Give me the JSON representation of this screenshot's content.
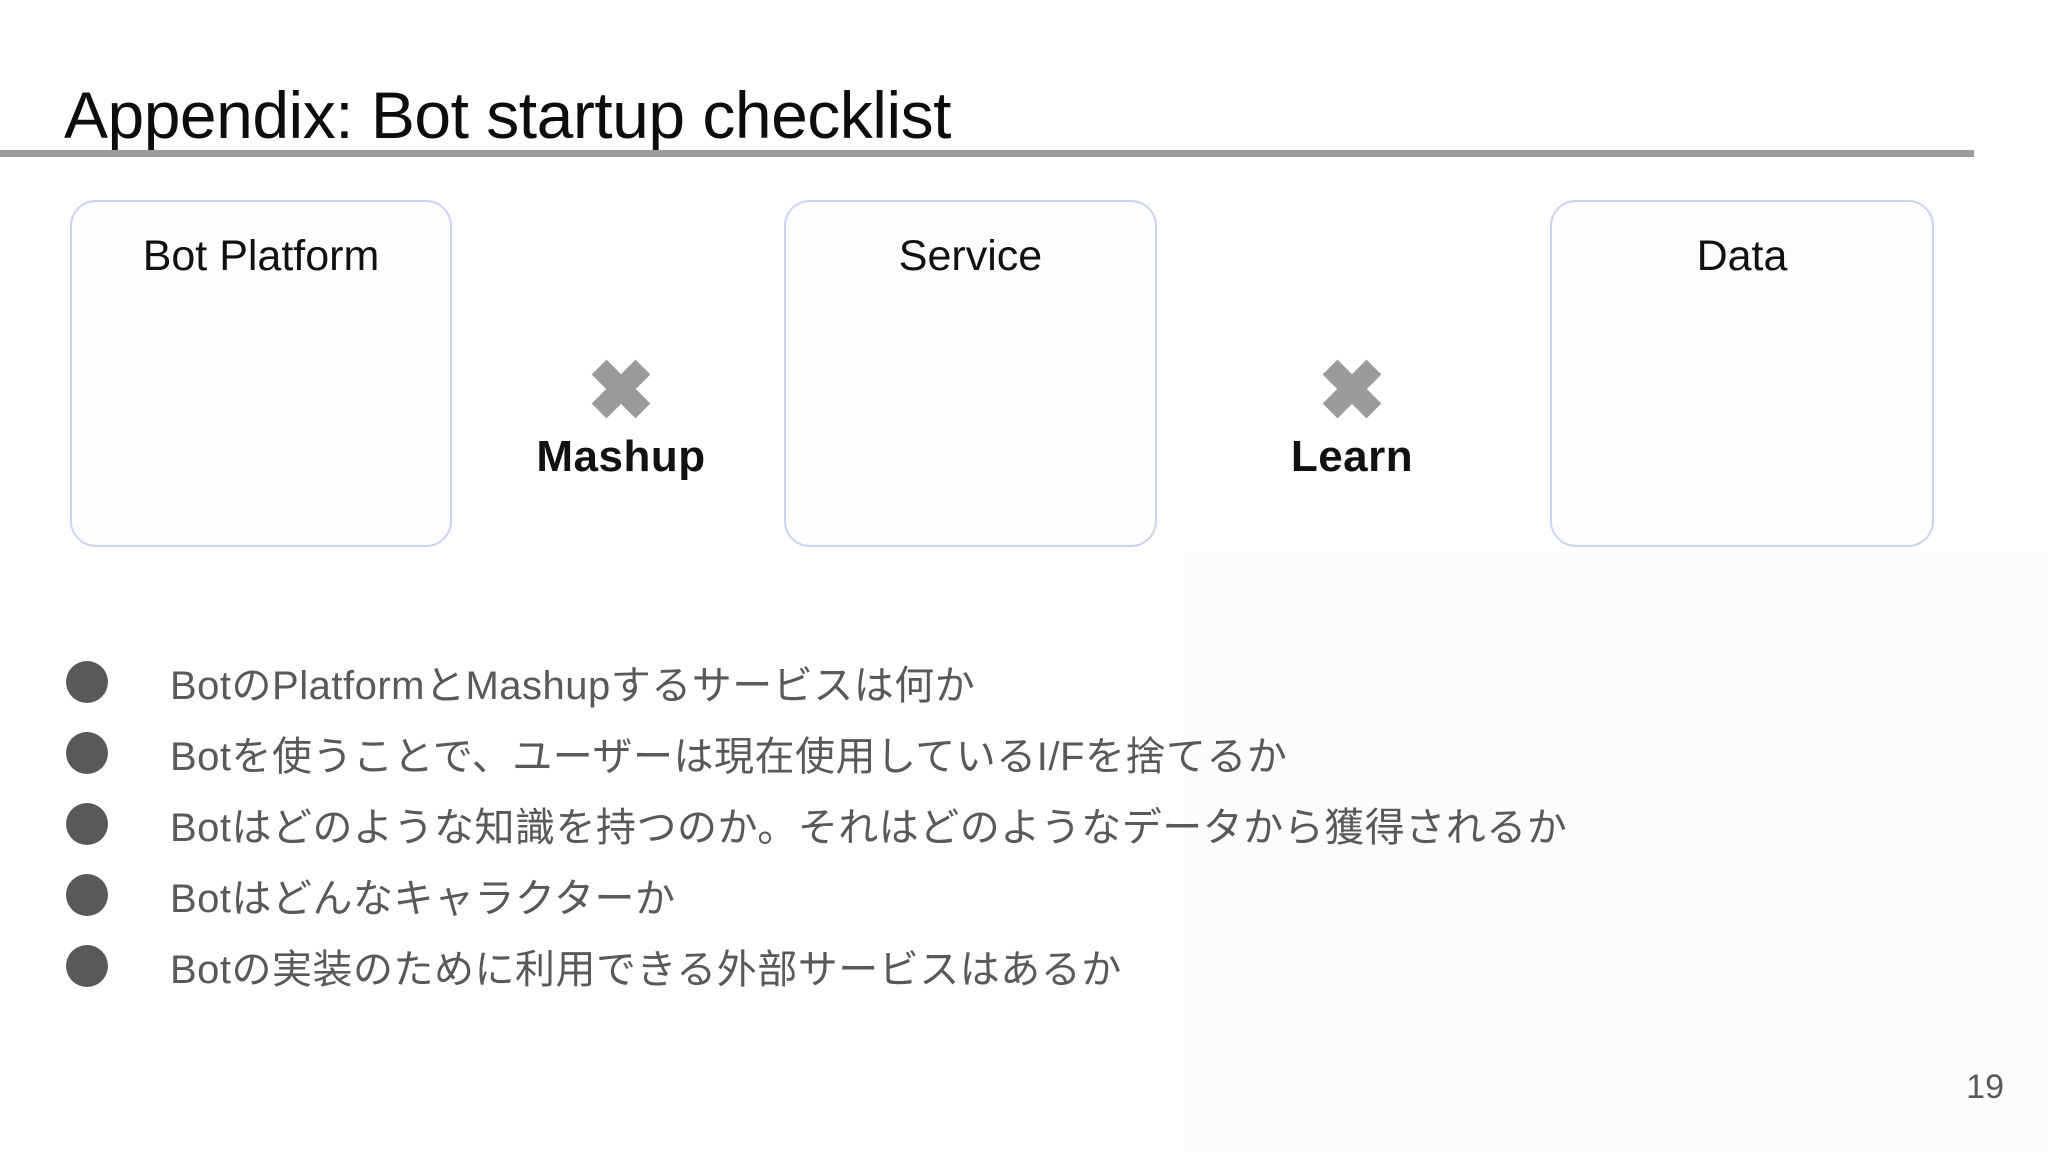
{
  "slide": {
    "title": "Appendix: Bot startup checklist",
    "page_number": "19"
  },
  "diagram": {
    "boxes": [
      {
        "label": "Bot Platform"
      },
      {
        "label": "Service"
      },
      {
        "label": "Data"
      }
    ],
    "operators": [
      {
        "icon": "heavy-x-icon",
        "label": "Mashup"
      },
      {
        "icon": "heavy-x-icon",
        "label": "Learn"
      }
    ]
  },
  "checklist": {
    "bullet_icon": "filled-circle-bullet",
    "items": [
      {
        "text": "BotのPlatformとMashupするサービスは何か"
      },
      {
        "text": "Botを使うことで、ユーザーは現在使用しているI/Fを捨てるか"
      },
      {
        "text": "Botはどのような知識を持つのか。それはどのようなデータから獲得されるか"
      },
      {
        "text": "Botはどんなキャラクターか"
      },
      {
        "text": "Botの実装のために利用できる外部サービスはあるか"
      }
    ]
  },
  "colors": {
    "box_border": "#c8d4ef",
    "x_mark": "#9b9b9b",
    "divider": "#9c9c9c",
    "body_text": "#595959",
    "title_text": "#0d0d0d"
  }
}
